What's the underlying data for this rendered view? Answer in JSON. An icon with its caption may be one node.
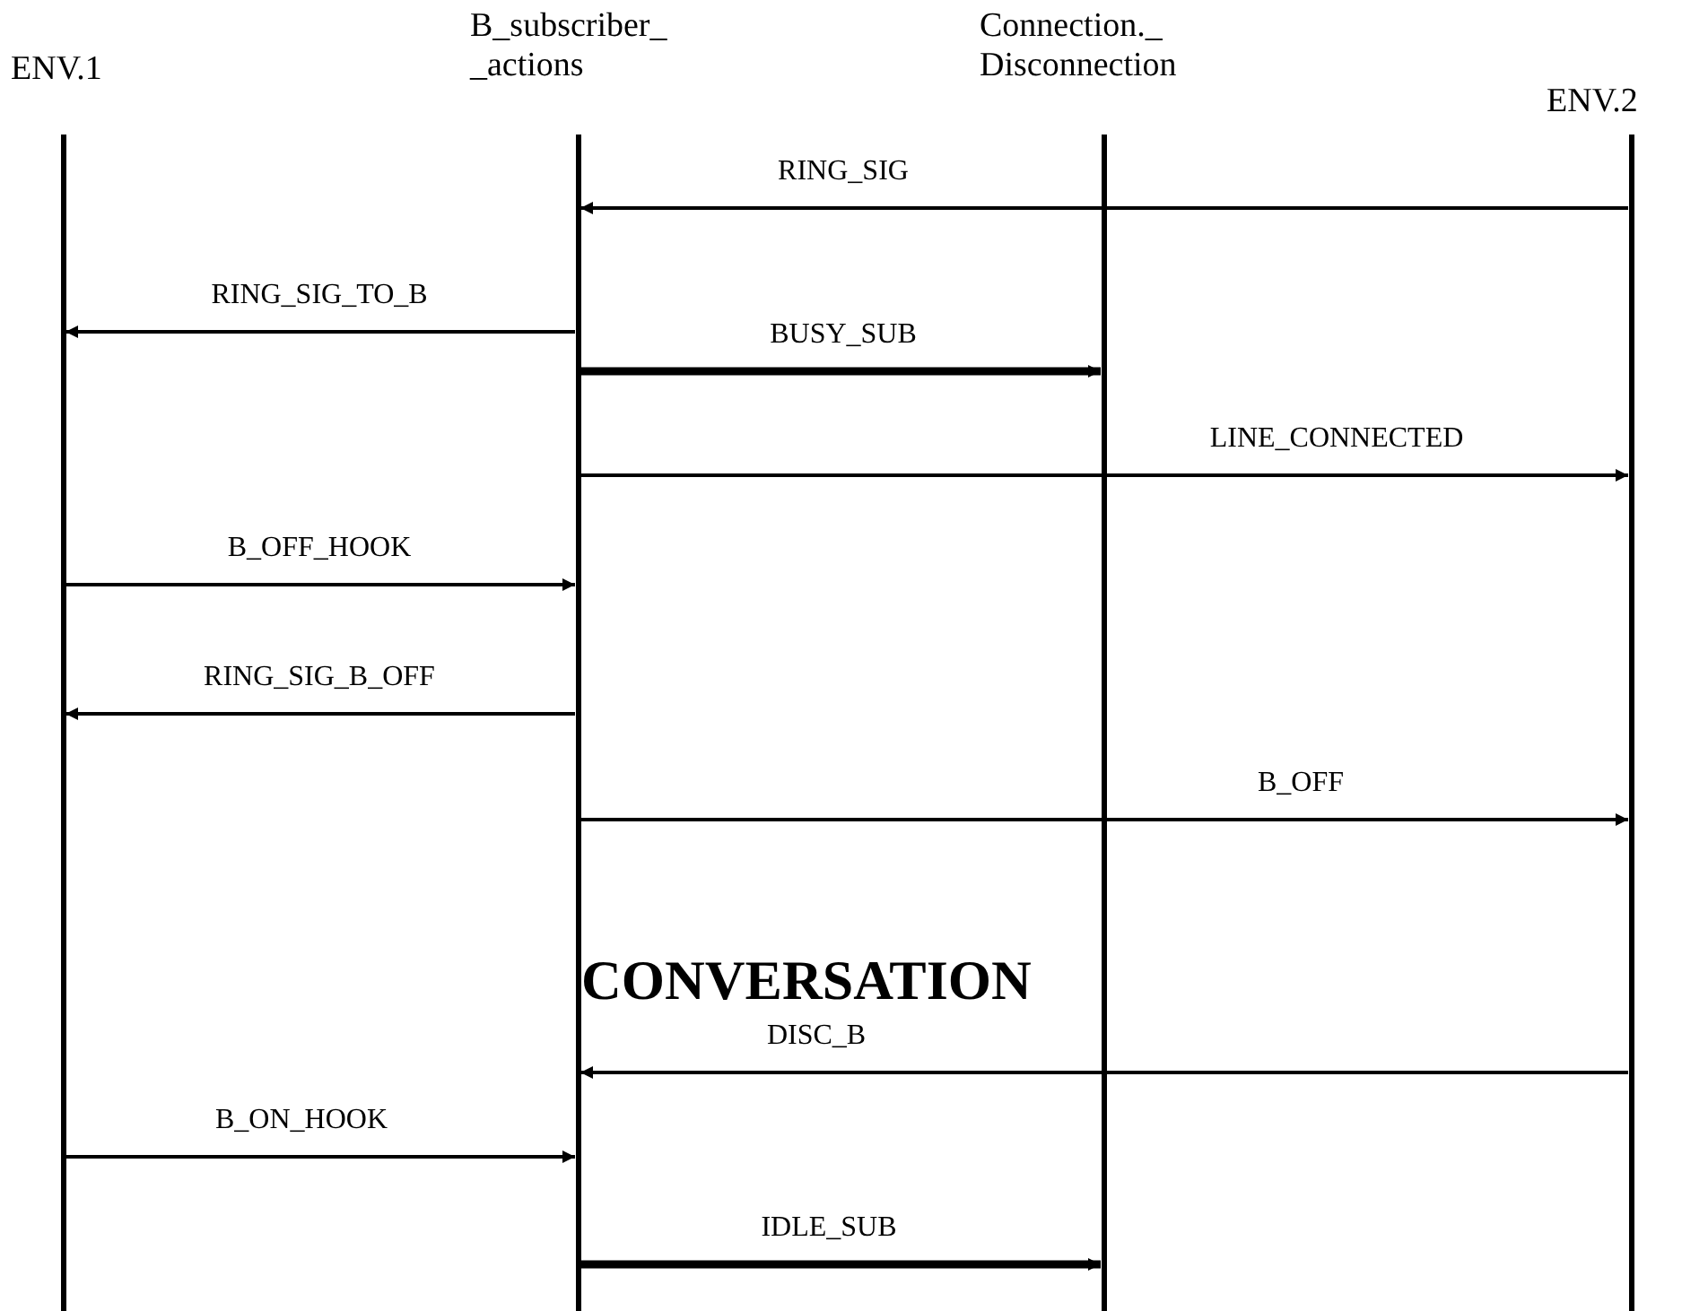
{
  "diagram": {
    "nodes": [
      {
        "text": [
          "ENV.1"
        ]
      },
      {
        "text": [
          "B_subscriber_ _actions"
        ]
      },
      {
        "text": [
          "Connection._ Disconnection"
        ]
      },
      {
        "text": [
          "ENV.2"
        ]
      }
    ],
    "edges": [
      {
        "from": 3,
        "to": 1,
        "arrow": "to",
        "label": "RING_SIG"
      },
      {
        "from": 1,
        "to": 0,
        "arrow": "to",
        "label": "RING_SIG_TO_B"
      },
      {
        "from": 1,
        "to": 2,
        "arrow": "to",
        "label": "BUSY_SUB",
        "style": "thick"
      },
      {
        "from": 1,
        "to": 3,
        "arrow": "to",
        "label": "LINE_CONNECTED"
      },
      {
        "from": 0,
        "to": 1,
        "arrow": "to",
        "label": "B_OFF_HOOK"
      },
      {
        "from": 1,
        "to": 0,
        "arrow": "to",
        "label": "RING_SIG_B_OFF"
      },
      {
        "from": 1,
        "to": 3,
        "arrow": "to",
        "label": "B_OFF"
      },
      {
        "from": 3,
        "to": 1,
        "arrow": "to",
        "label": "DISC_B"
      },
      {
        "from": 0,
        "to": 1,
        "arrow": "to",
        "label": "B_ON_HOOK"
      },
      {
        "from": 1,
        "to": 2,
        "arrow": "to",
        "label": "IDLE_SUB",
        "style": "thick"
      }
    ],
    "labels": [
      "CONVERSATION"
    ]
  }
}
